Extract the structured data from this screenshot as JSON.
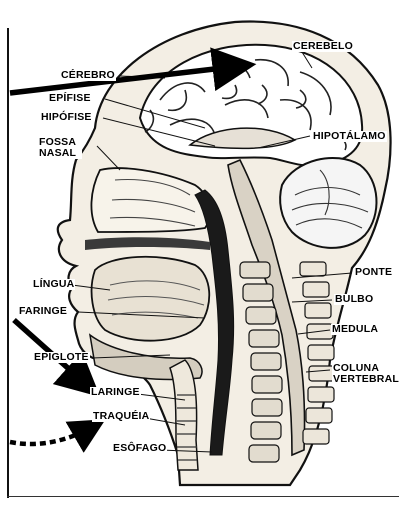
{
  "labels": {
    "cerebelo": "CEREBELO",
    "cerebro": "CÉREBRO",
    "epifise": "EPÍFISE",
    "hipofise": "HIPÓFISE",
    "fossa_nasal": "FOSSA NASAL",
    "hipotalamo": "HIPOTÁLAMO",
    "lingua": "LÍNGUA",
    "faringe": "FARINGE",
    "epiglote": "EPIGLOTE",
    "laringe": "LARINGE",
    "traqueia": "TRAQUÉIA",
    "esofago": "ESÔFAGO",
    "ponte": "PONTE",
    "bulbo": "BULBO",
    "medula": "MEDULA",
    "coluna_vertebral": "COLUNA VERTEBRAL"
  }
}
